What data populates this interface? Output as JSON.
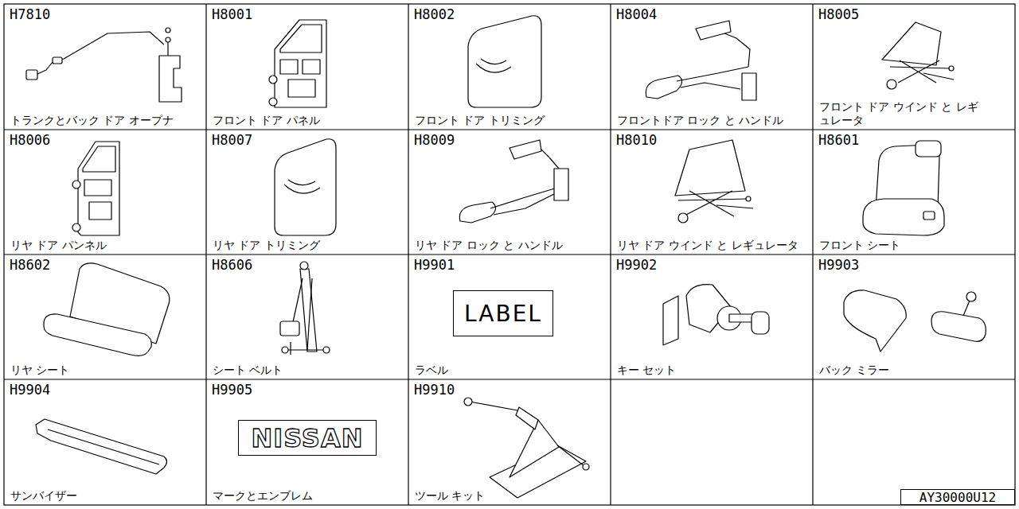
{
  "diagram": {
    "nodes": [
      {
        "text": [
          "H7810",
          "トランクとバック ドア オープナ"
        ]
      },
      {
        "text": [
          "H8001",
          "フロント ドア パネル"
        ]
      },
      {
        "text": [
          "H8002",
          "フロント ドア トリミング"
        ]
      },
      {
        "text": [
          "H8004",
          "フロントドア ロック と ハンドル"
        ]
      },
      {
        "text": [
          "H8005",
          "フロント ドア ウインド と レギュレータ"
        ]
      },
      {
        "text": [
          "H8006",
          "リヤ ドア パンネル"
        ]
      },
      {
        "text": [
          "H8007",
          "リヤ ドア トリミング"
        ]
      },
      {
        "text": [
          "H8009",
          "リヤ ドア ロック と ハンドル"
        ]
      },
      {
        "text": [
          "H8010",
          "リヤ ドア ウインド と レギュレータ"
        ]
      },
      {
        "text": [
          "H8601",
          "フロント シート"
        ]
      },
      {
        "text": [
          "H8602",
          "リヤ シート"
        ]
      },
      {
        "text": [
          "H8606",
          "シート ベルト"
        ]
      },
      {
        "text": [
          "H9901",
          "ラベル"
        ]
      },
      {
        "text": [
          "LABEL"
        ],
        "in": 12
      },
      {
        "text": [
          "H9902",
          "キー セット"
        ]
      },
      {
        "text": [
          "H9903",
          "バック ミラー"
        ]
      },
      {
        "text": [
          "H9904",
          "サンバイザー"
        ]
      },
      {
        "text": [
          "H9905",
          "マークとエンブレム"
        ]
      },
      {
        "text": [
          "NISSAN"
        ],
        "in": 17
      },
      {
        "text": [
          "H9910",
          "ツール キット"
        ]
      },
      {
        "text": [
          "AY30000U12"
        ]
      }
    ]
  }
}
